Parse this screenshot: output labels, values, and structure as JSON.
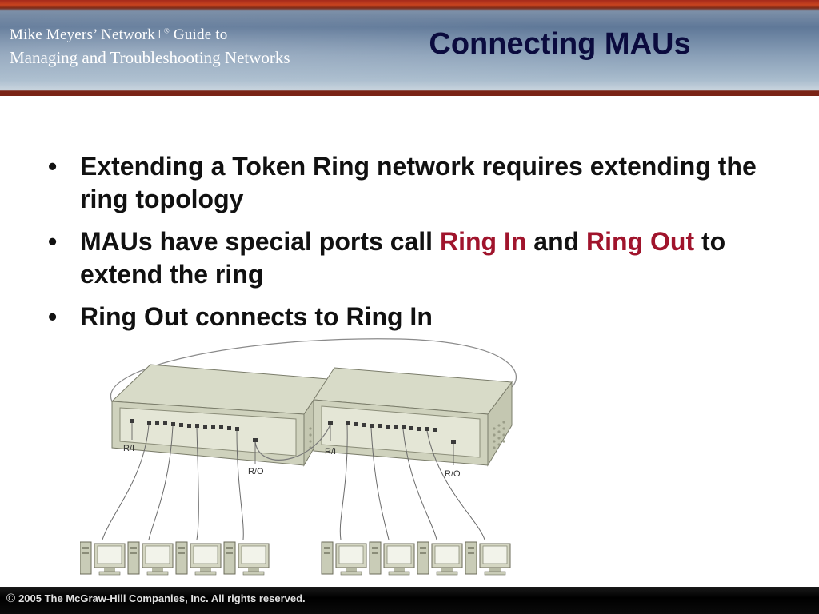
{
  "header": {
    "book_line1_prefix": "Mike Meyers’ Network+",
    "book_line1_mark": "®",
    "book_line1_suffix": " Guide to",
    "book_line2": "Managing and Troubleshooting Networks"
  },
  "slide": {
    "title": "Connecting MAUs",
    "bullets": [
      {
        "text": "Extending a Token Ring network requires extending the ring topology"
      },
      {
        "pre": "MAUs have special ports call ",
        "hl1": "Ring In",
        "mid": " and ",
        "hl2": "Ring Out",
        "post": " to extend the ring"
      },
      {
        "text": "Ring Out connects to Ring In"
      }
    ],
    "bullet_symbol": "•",
    "highlight_color": "#a0142c"
  },
  "diagram": {
    "labels": {
      "ri_left": "R/I",
      "ro_left": "R/O",
      "ri_right": "R/I",
      "ro_right": "R/O"
    }
  },
  "footer": {
    "copyright_symbol": "©",
    "text": "2005 The McGraw-Hill Companies, Inc.  All rights reserved."
  }
}
